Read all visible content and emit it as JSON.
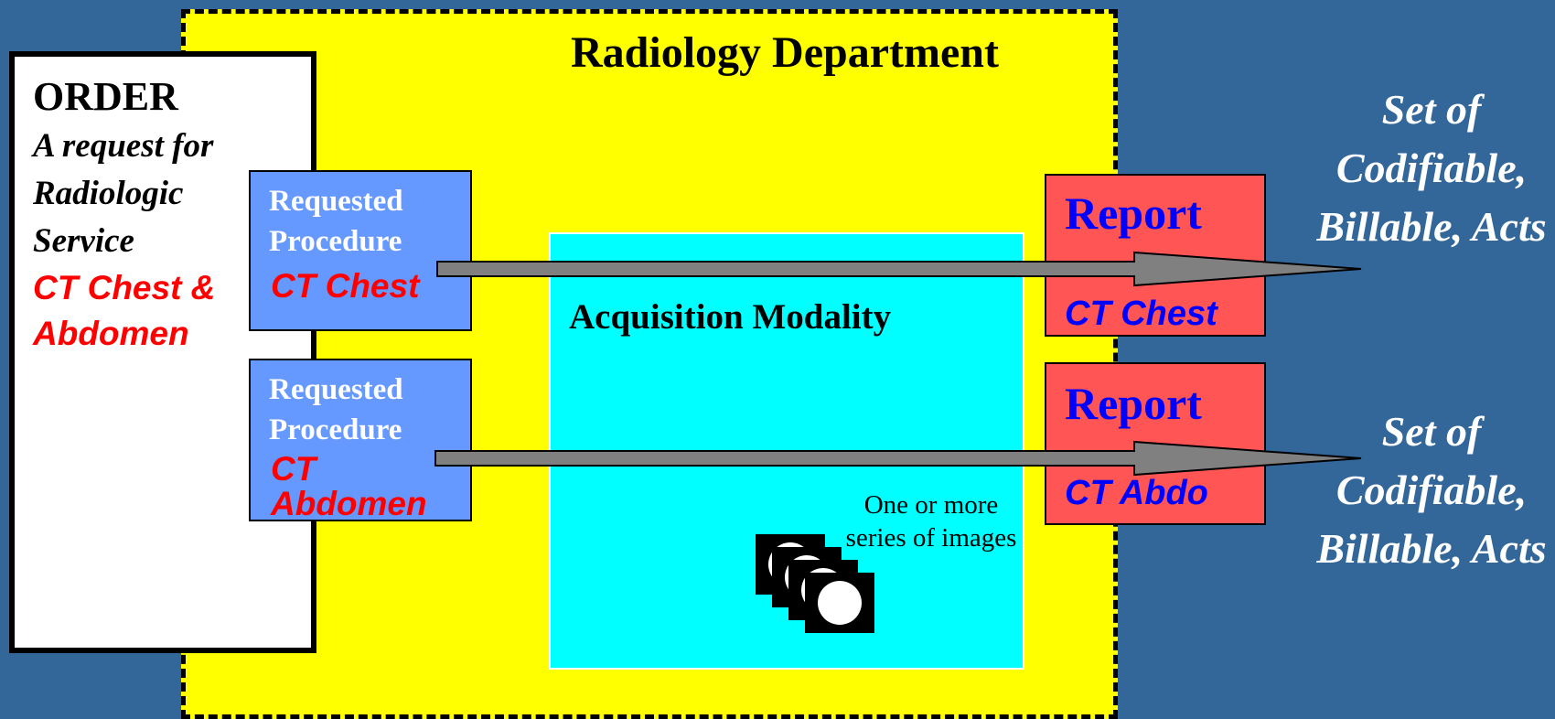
{
  "department": {
    "title": "Radiology Department"
  },
  "order": {
    "title": "ORDER",
    "description": "A request for Radiologic Service",
    "item": "CT Chest & Abdomen"
  },
  "requested_procedures": [
    {
      "label": "Requested Procedure",
      "item": "CT Chest"
    },
    {
      "label": "Requested Procedure",
      "item": "CT Abdomen"
    }
  ],
  "modality": {
    "label": "Acquisition Modality",
    "series_label": "One or more series of images"
  },
  "reports": [
    {
      "label": "Report",
      "item": "CT Chest"
    },
    {
      "label": "Report",
      "item": "CT Abdo"
    }
  ],
  "outputs": [
    {
      "text": "Set of Codifiable, Billable, Acts"
    },
    {
      "text": "Set of Codifiable, Billable, Acts"
    }
  ],
  "colors": {
    "background": "#336699",
    "department": "#ffff00",
    "requested_procedure": "#6699ff",
    "modality": "#00ffff",
    "report": "#ff5555",
    "arrow": "#808080"
  }
}
